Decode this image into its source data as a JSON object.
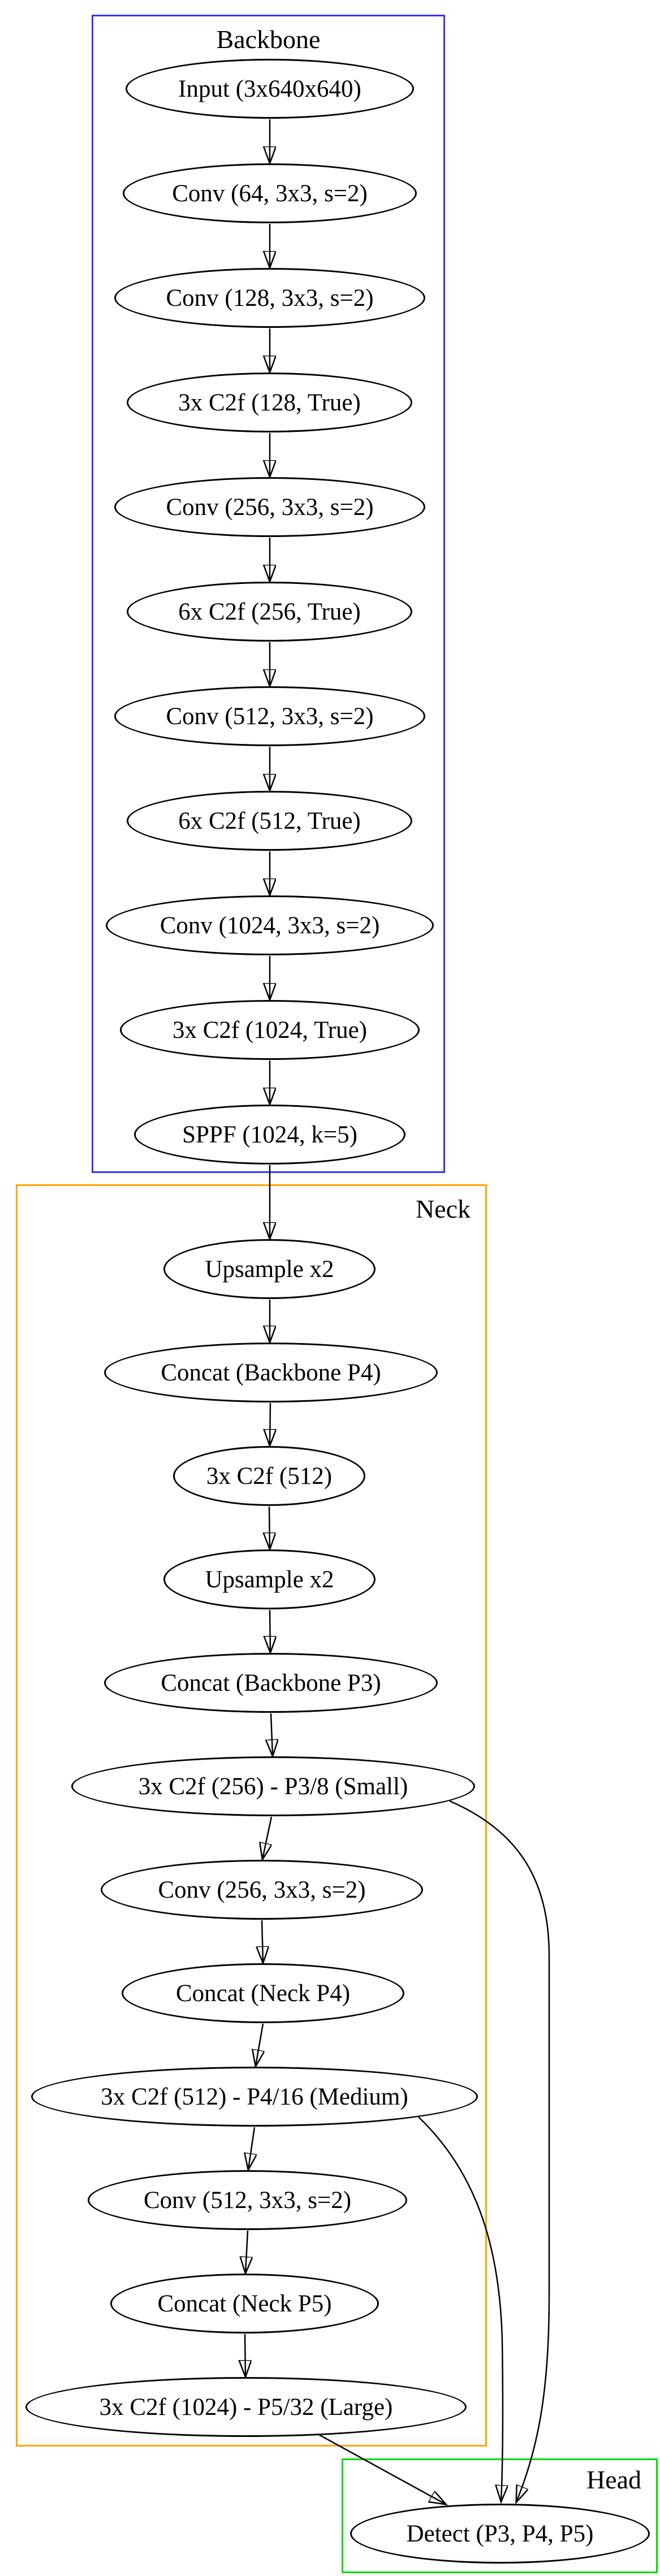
{
  "diagram": {
    "clusters": {
      "backbone": {
        "label": "Backbone",
        "border_color": "#3434ff"
      },
      "neck": {
        "label": "Neck",
        "border_color": "#ffa500"
      },
      "head": {
        "label": "Head",
        "border_color": "#00dc00"
      }
    },
    "nodes": {
      "backbone": [
        {
          "label": "Input (3x640x640)"
        },
        {
          "label": "Conv (64, 3x3, s=2)"
        },
        {
          "label": "Conv (128, 3x3, s=2)"
        },
        {
          "label": "3x C2f (128, True)"
        },
        {
          "label": "Conv (256, 3x3, s=2)"
        },
        {
          "label": "6x C2f (256, True)"
        },
        {
          "label": "Conv (512, 3x3, s=2)"
        },
        {
          "label": "6x C2f (512, True)"
        },
        {
          "label": "Conv (1024, 3x3, s=2)"
        },
        {
          "label": "3x C2f (1024, True)"
        },
        {
          "label": "SPPF (1024, k=5)"
        }
      ],
      "neck": [
        {
          "label": "Upsample x2"
        },
        {
          "label": "Concat (Backbone P4)"
        },
        {
          "label": "3x C2f (512)"
        },
        {
          "label": "Upsample x2"
        },
        {
          "label": "Concat (Backbone P3)"
        },
        {
          "label": "3x C2f (256) - P3/8 (Small)"
        },
        {
          "label": "Conv (256, 3x3, s=2)"
        },
        {
          "label": "Concat (Neck P4)"
        },
        {
          "label": "3x C2f (512) - P4/16 (Medium)"
        },
        {
          "label": "Conv (512, 3x3, s=2)"
        },
        {
          "label": "Concat (Neck P5)"
        },
        {
          "label": "3x C2f (1024) - P5/32 (Large)"
        }
      ],
      "head": [
        {
          "label": "Detect (P3, P4, P5)"
        }
      ]
    },
    "style": {
      "node_fill": "#ffffff",
      "node_border": "#000000",
      "edge_color": "#000000",
      "background": "#ffffff"
    }
  }
}
